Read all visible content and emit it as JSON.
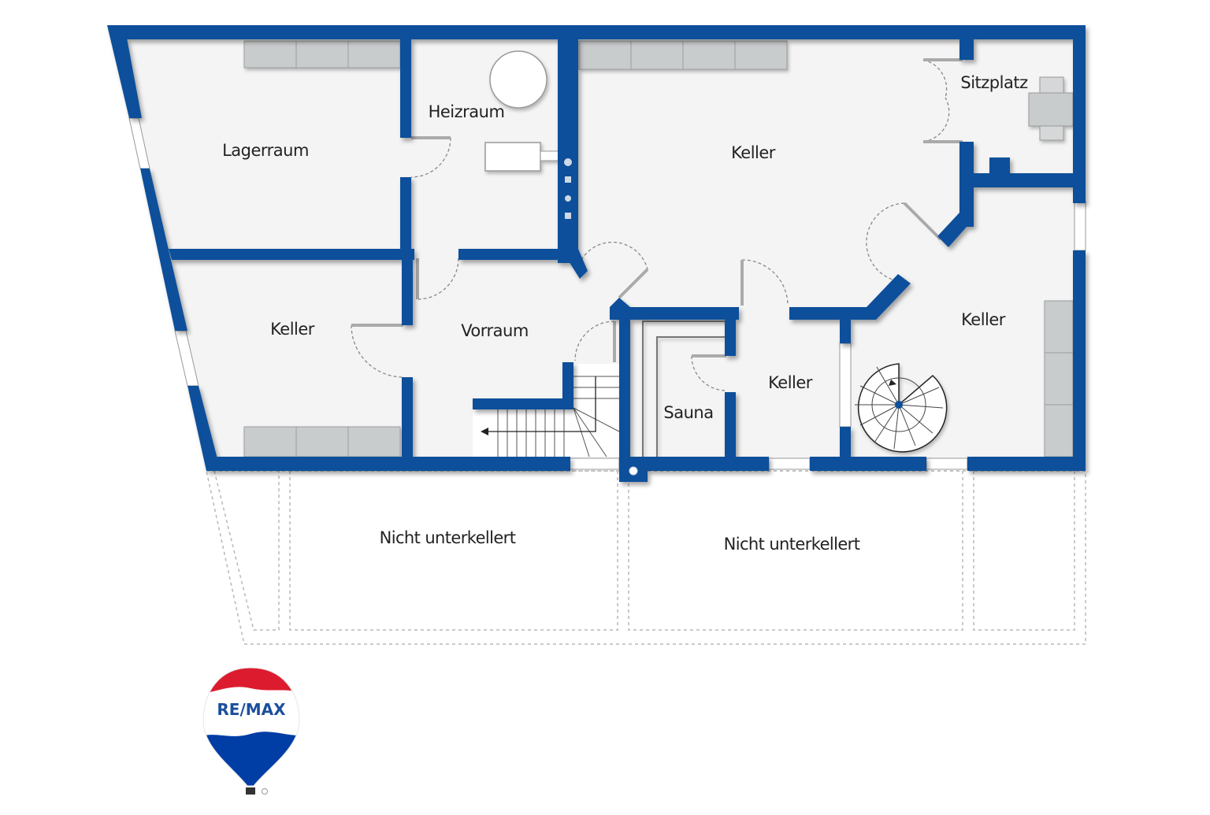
{
  "floorplan": {
    "colors": {
      "wall": "#0f4f9a",
      "floor": "#f4f4f4",
      "cabinet": "#c9cccd",
      "background": "#ffffff",
      "text": "#222222",
      "dashed": "#b8b8b8"
    },
    "rooms": {
      "lagerraum": "Lagerraum",
      "heizraum": "Heizraum",
      "keller_main": "Keller",
      "sitzplatz": "Sitzplatz",
      "keller_left": "Keller",
      "vorraum": "Vorraum",
      "sauna": "Sauna",
      "keller_small": "Keller",
      "keller_right": "Keller"
    },
    "unexcavated": {
      "left": "Nicht unterkellert",
      "right": "Nicht unterkellert"
    }
  },
  "logo": {
    "brand": "RE/MAX",
    "colors": {
      "red": "#dc1c2e",
      "blue": "#003da5"
    }
  }
}
